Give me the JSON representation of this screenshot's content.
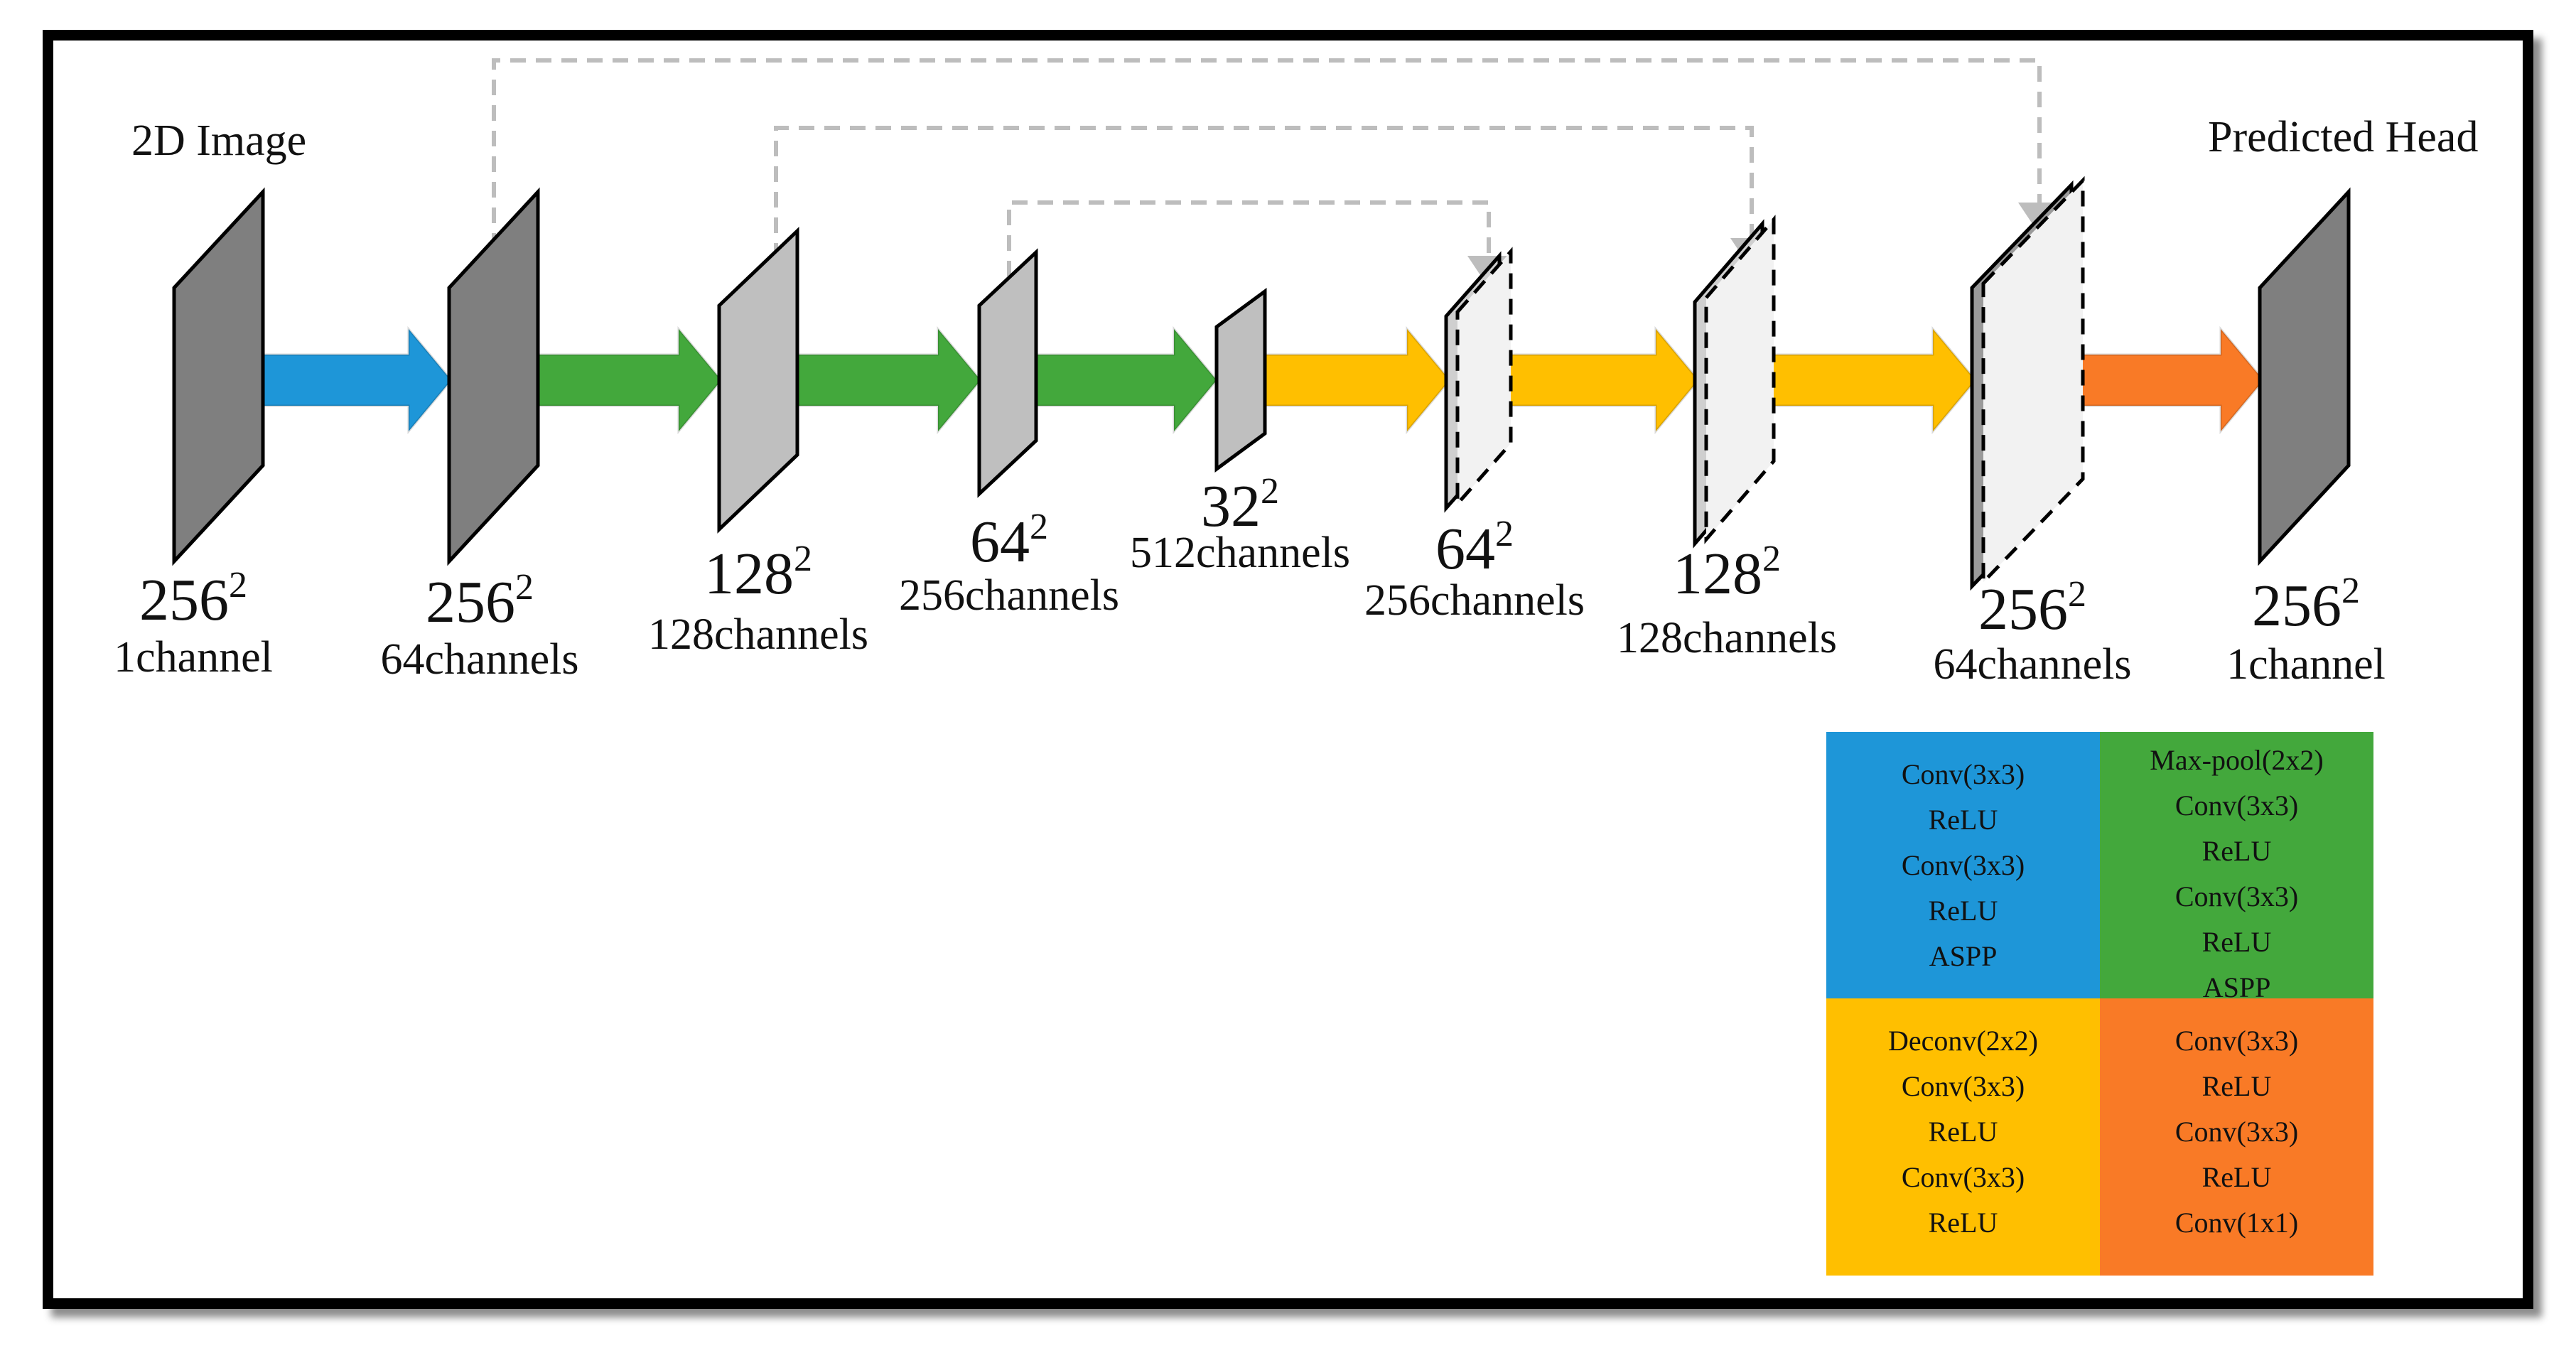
{
  "diagram": {
    "input_title": "2D Image",
    "output_title": "Predicted Head",
    "nodes": [
      {
        "size": "256",
        "exp": "2",
        "channels": "1channel"
      },
      {
        "size": "256",
        "exp": "2",
        "channels": "64channels"
      },
      {
        "size": "128",
        "exp": "2",
        "channels": "128channels"
      },
      {
        "size": "64",
        "exp": "2",
        "channels": "256channels"
      },
      {
        "size": "32",
        "exp": "2",
        "channels": "512channels"
      },
      {
        "size": "64",
        "exp": "2",
        "channels": "256channels"
      },
      {
        "size": "128",
        "exp": "2",
        "channels": "128channels"
      },
      {
        "size": "256",
        "exp": "2",
        "channels": "64channels"
      },
      {
        "size": "256",
        "exp": "2",
        "channels": "1channel"
      }
    ],
    "colors": {
      "blue": "#1e96d8",
      "green": "#43a83c",
      "yellow": "#ffbf00",
      "orange": "#f97a26",
      "dark_gray": "#7f7f7f",
      "light_gray": "#bfbfbf",
      "skip": "#bdbdbd"
    }
  },
  "legend": {
    "blue": [
      "Conv(3x3)",
      "ReLU",
      "Conv(3x3)",
      "ReLU",
      "ASPP"
    ],
    "green": [
      "Max-pool(2x2)",
      "Conv(3x3)",
      "ReLU",
      "Conv(3x3)",
      "ReLU",
      "ASPP"
    ],
    "yellow": [
      "Deconv(2x2)",
      "Conv(3x3)",
      "ReLU",
      "Conv(3x3)",
      "ReLU"
    ],
    "orange": [
      "Conv(3x3)",
      "ReLU",
      "Conv(3x3)",
      "ReLU",
      "Conv(1x1)"
    ]
  }
}
